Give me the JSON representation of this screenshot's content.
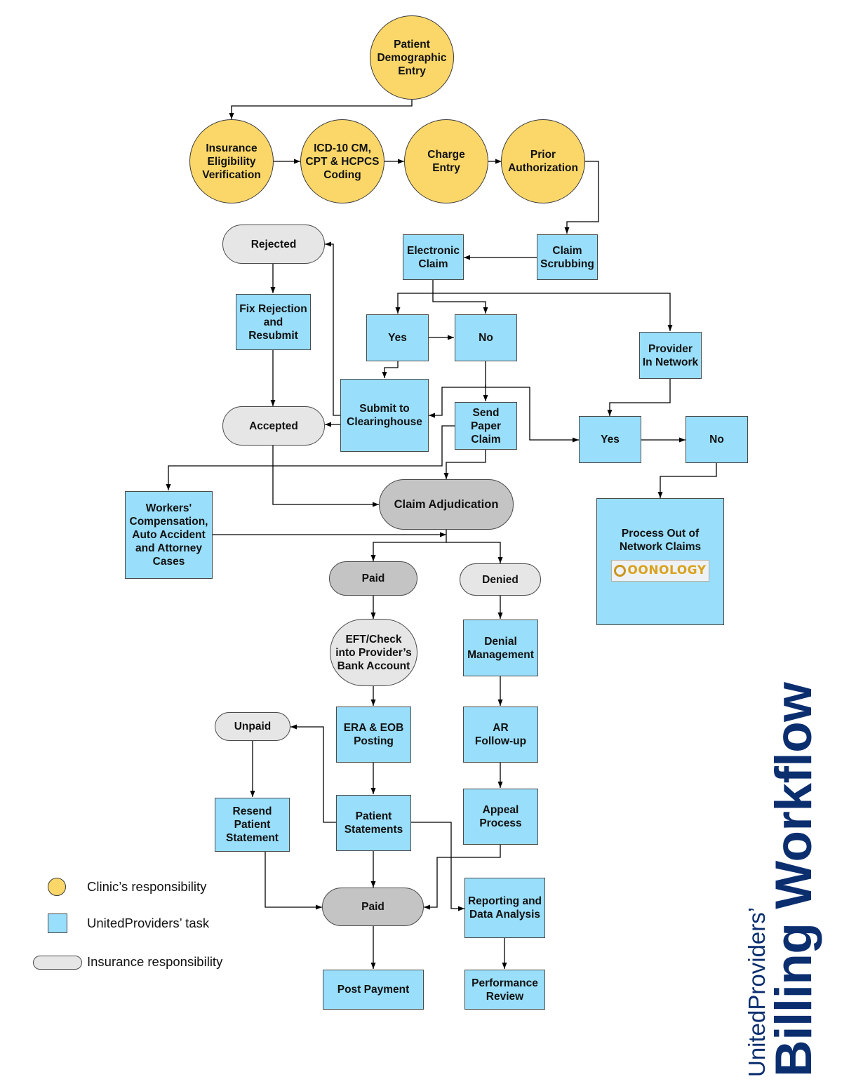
{
  "title": {
    "company": "UnitedProviders’",
    "main": "Billing Workflow"
  },
  "colors": {
    "clinic": "#fbd769",
    "task": "#99defa",
    "insurance": "#e6e6e6",
    "insurance_dark": "#c4c4c4",
    "title": "#0b2e6f"
  },
  "nodes": {
    "patient_demographic_entry": "Patient\nDemographic\nEntry",
    "insurance_eligibility": "Insurance\nEligibility\nVerification",
    "coding": "ICD-10 CM,\nCPT & HCPCS\nCoding",
    "charge_entry": "Charge\nEntry",
    "prior_authorization": "Prior\nAuthorization",
    "claim_scrubbing": "Claim\nScrubbing",
    "electronic_claim": "Electronic\nClaim",
    "rejected": "Rejected",
    "fix_rejection": "Fix Rejection\nand\nResubmit",
    "accepted": "Accepted",
    "yes_1": "Yes",
    "no_1": "No",
    "submit_clearinghouse": "Submit to\nClearinghouse",
    "send_paper_claim": "Send\nPaper\nClaim",
    "provider_in_network": "Provider\nIn Network",
    "yes_2": "Yes",
    "no_2": "No",
    "workers_comp": "Workers'\nCompensation,\nAuto Accident\nand Attorney\nCases",
    "claim_adjudication": "Claim Adjudication",
    "process_out_of_network": "Process Out of\nNetwork Claims",
    "oonology_logo": "OONOLOGY",
    "paid_1": "Paid",
    "denied": "Denied",
    "eft_check": "EFT/Check\ninto Provider’s\nBank Account",
    "denial_management": "Denial\nManagement",
    "unpaid": "Unpaid",
    "era_eob": "ERA & EOB\nPosting",
    "ar_followup": "AR\nFollow-up",
    "resend_statement": "Resend\nPatient\nStatement",
    "patient_statements": "Patient\nStatements",
    "appeal_process": "Appeal\nProcess",
    "paid_2": "Paid",
    "reporting": "Reporting and\nData Analysis",
    "post_payment": "Post Payment",
    "performance_review": "Performance\nReview"
  },
  "legend": [
    {
      "icon": "yellow-circle",
      "label": "Clinic’s responsibility"
    },
    {
      "icon": "blue-square",
      "label": "UnitedProviders’ task"
    },
    {
      "icon": "gray-pill",
      "label": "Insurance responsibility"
    }
  ]
}
